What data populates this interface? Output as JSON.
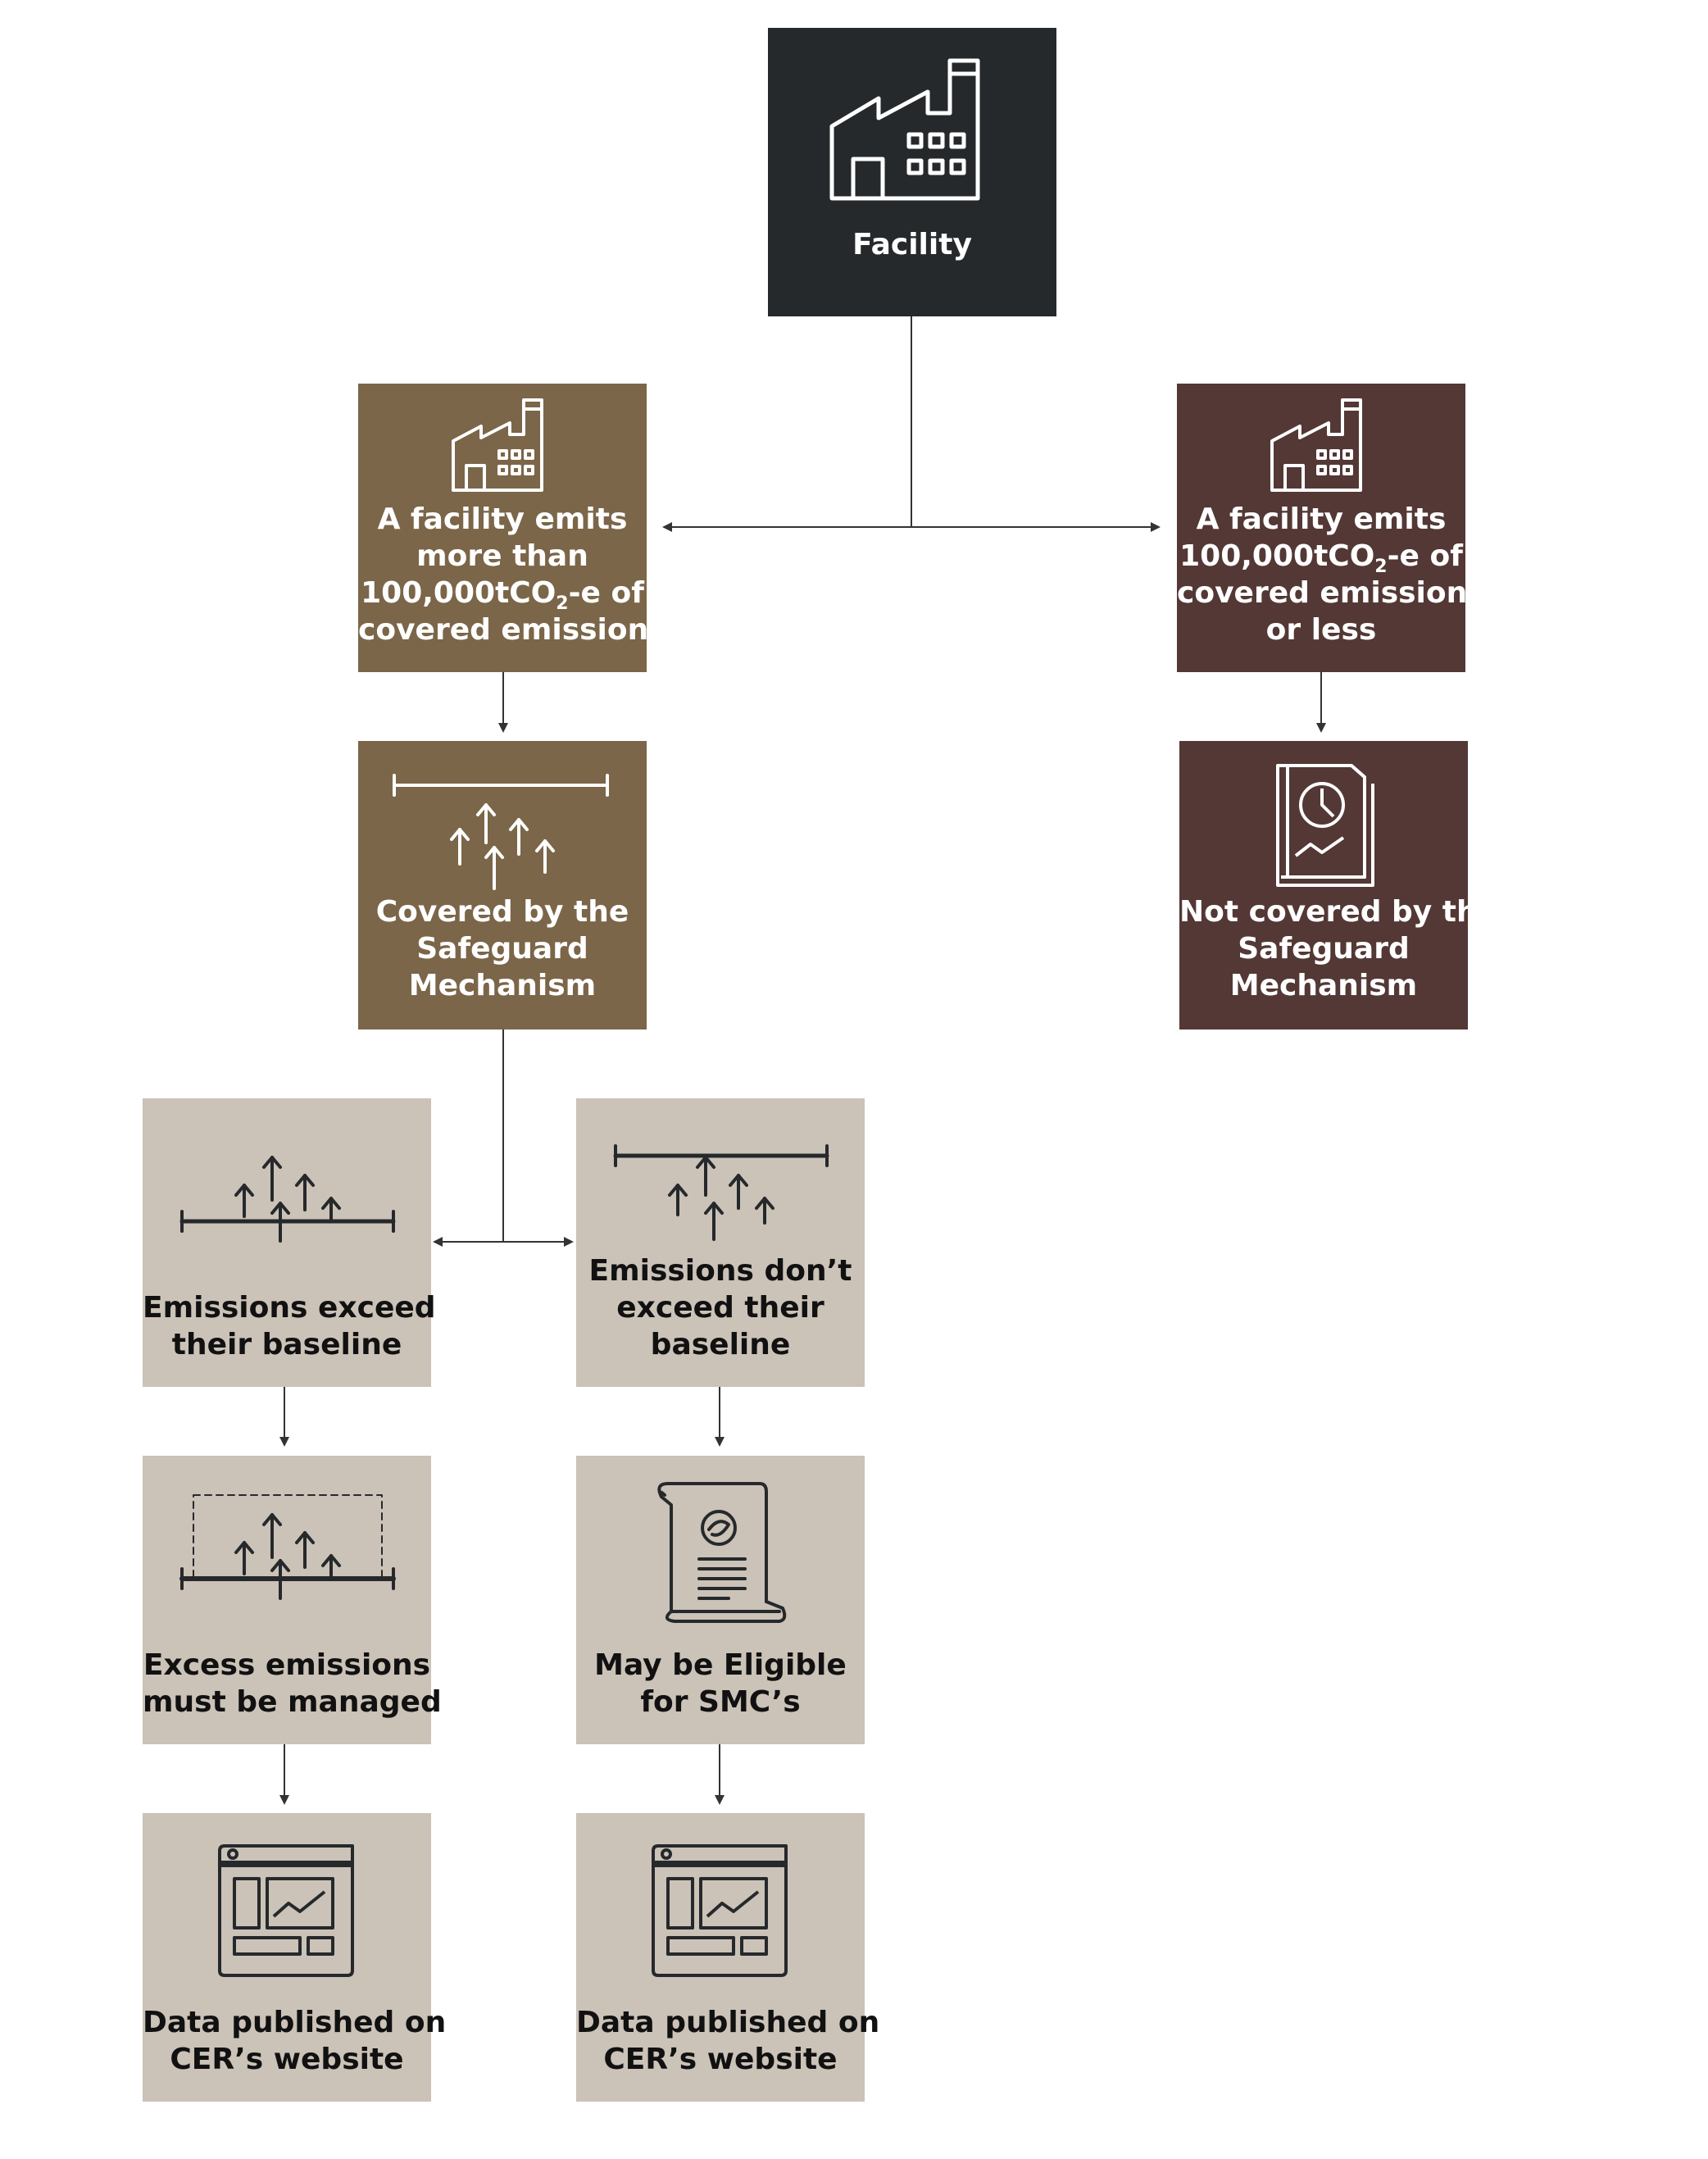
{
  "nodes": {
    "facility": {
      "label": "Facility",
      "icon": "factory-icon"
    },
    "more_than": {
      "label_pre": "A facility emits",
      "label_mid1": "more than",
      "label_mid2": "100,000tCO",
      "label_sub": "2",
      "label_post": "-e of",
      "label_end": "covered emissions",
      "icon": "factory-icon"
    },
    "or_less": {
      "label_pre": "A facility emits",
      "label_mid": "100,000tCO",
      "label_sub": "2",
      "label_post": "-e of",
      "label_l3": "covered emissions",
      "label_l4": "or less",
      "icon": "factory-icon"
    },
    "covered": {
      "label_l1": "Covered by the",
      "label_l2": "Safeguard",
      "label_l3": "Mechanism",
      "icon": "emissions-below-baseline-icon"
    },
    "not_covered": {
      "label_l1": "Not covered by the",
      "label_l2": "Safeguard",
      "label_l3": "Mechanism",
      "icon": "report-document-icon"
    },
    "exceed": {
      "label_l1": "Emissions exceed",
      "label_l2": "their baseline",
      "icon": "emissions-above-baseline-icon"
    },
    "not_exceed": {
      "label_l1": "Emissions don’t",
      "label_l2": "exceed their",
      "label_l3": "baseline",
      "icon": "emissions-below-baseline-icon"
    },
    "managed": {
      "label_l1": "Excess emissions",
      "label_l2": "must be managed",
      "icon": "excess-emissions-icon"
    },
    "smc": {
      "label_l1": "May be Eligible",
      "label_l2": "for SMC’s",
      "icon": "certificate-icon"
    },
    "published_left": {
      "label_l1": "Data published on",
      "label_l2": "CER’s website",
      "icon": "website-dashboard-icon"
    },
    "published_right": {
      "label_l1": "Data published on",
      "label_l2": "CER’s website",
      "icon": "website-dashboard-icon"
    }
  },
  "colors": {
    "dark": "#26292b",
    "brown": "#7b6649",
    "maroon": "#533835",
    "grey": "#cbc2b8",
    "line": "#333333"
  }
}
